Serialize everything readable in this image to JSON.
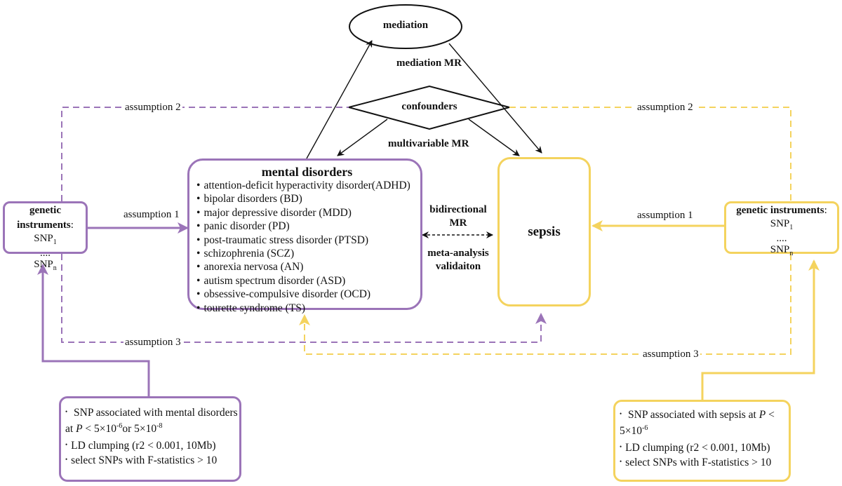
{
  "colors": {
    "purple": "#9b74b8",
    "yellow": "#f4d35e",
    "black": "#111111"
  },
  "mediation": {
    "label": "mediation",
    "mr_label": "mediation MR"
  },
  "confounders": {
    "label": "confounders",
    "mr_label": "multivariable MR"
  },
  "mental": {
    "title": "mental disorders",
    "items": [
      "attention-deficit hyperactivity disorder(ADHD)",
      "bipolar disorders (BD)",
      "major depressive disorder (MDD)",
      "panic disorder (PD)",
      "post-traumatic stress disorder (PTSD)",
      "schizophrenia (SCZ)",
      "anorexia nervosa (AN)",
      "autism spectrum disorder (ASD)",
      "obsessive-compulsive disorder (OCD)",
      "tourette syndrome (TS)"
    ]
  },
  "sepsis": {
    "label": "sepsis"
  },
  "bidirectional": {
    "line1": "bidirectional",
    "line2": "MR",
    "line3": "meta-analysis",
    "line4": "validaiton"
  },
  "left_instruments": {
    "title": "genetic instruments",
    "colon": ":",
    "snp1": "SNP",
    "sub1": "1",
    "dots": "....",
    "snpn": "SNP",
    "subn": "n"
  },
  "right_instruments": {
    "title": "genetic instruments",
    "colon": ":",
    "snp1": "SNP",
    "sub1": "1",
    "dots": "....",
    "snpn": "SNP",
    "subn": "n"
  },
  "assumptions": {
    "a1_left": "assumption 1",
    "a2_left": "assumption 2",
    "a3_left": "assumption 3",
    "a1_right": "assumption 1",
    "a2_right": "assumption 2",
    "a3_right": "assumption 3"
  },
  "left_criteria": {
    "c1_line1": "SNP associated with mental disorders",
    "c1_at": "at",
    "c1_p": "P",
    "c1_lt": " < 5×10",
    "c1_exp1": "-6",
    "c1_or": "or 5×10",
    "c1_exp2": "-8",
    "c2": "LD clumping (r2 < 0.001, 10Mb)",
    "c3": "select SNPs with F-statistics  > 10"
  },
  "right_criteria": {
    "c1_line1": "SNP associated with sepsis at",
    "c1_p": "P",
    "c1_lt": " <",
    "c1_val": "5×10",
    "c1_exp": "-6",
    "c2": "LD clumping (r2 < 0.001, 10Mb)",
    "c3": "select SNPs with F-statistics  > 10"
  }
}
